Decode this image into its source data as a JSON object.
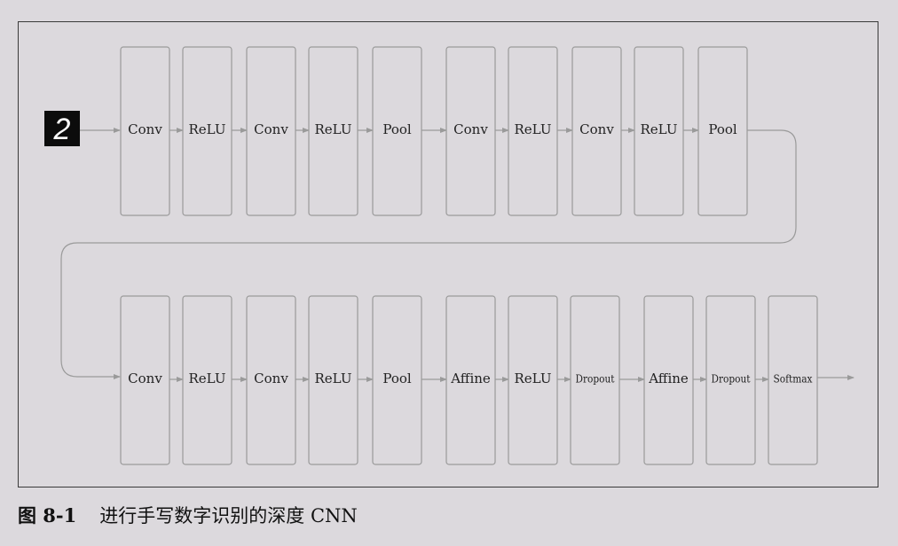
{
  "diagram": {
    "input_digit": "2",
    "rows": [
      [
        "Conv",
        "ReLU",
        "Conv",
        "ReLU",
        "Pool",
        "Conv",
        "ReLU",
        "Conv",
        "ReLU",
        "Pool"
      ],
      [
        "Conv",
        "ReLU",
        "Conv",
        "ReLU",
        "Pool",
        "Affine",
        "ReLU",
        "Dropout",
        "Affine",
        "Dropout",
        "Softmax"
      ]
    ]
  },
  "caption": {
    "number": "图 8-1",
    "text": "进行手写数字识别的深度 CNN"
  }
}
